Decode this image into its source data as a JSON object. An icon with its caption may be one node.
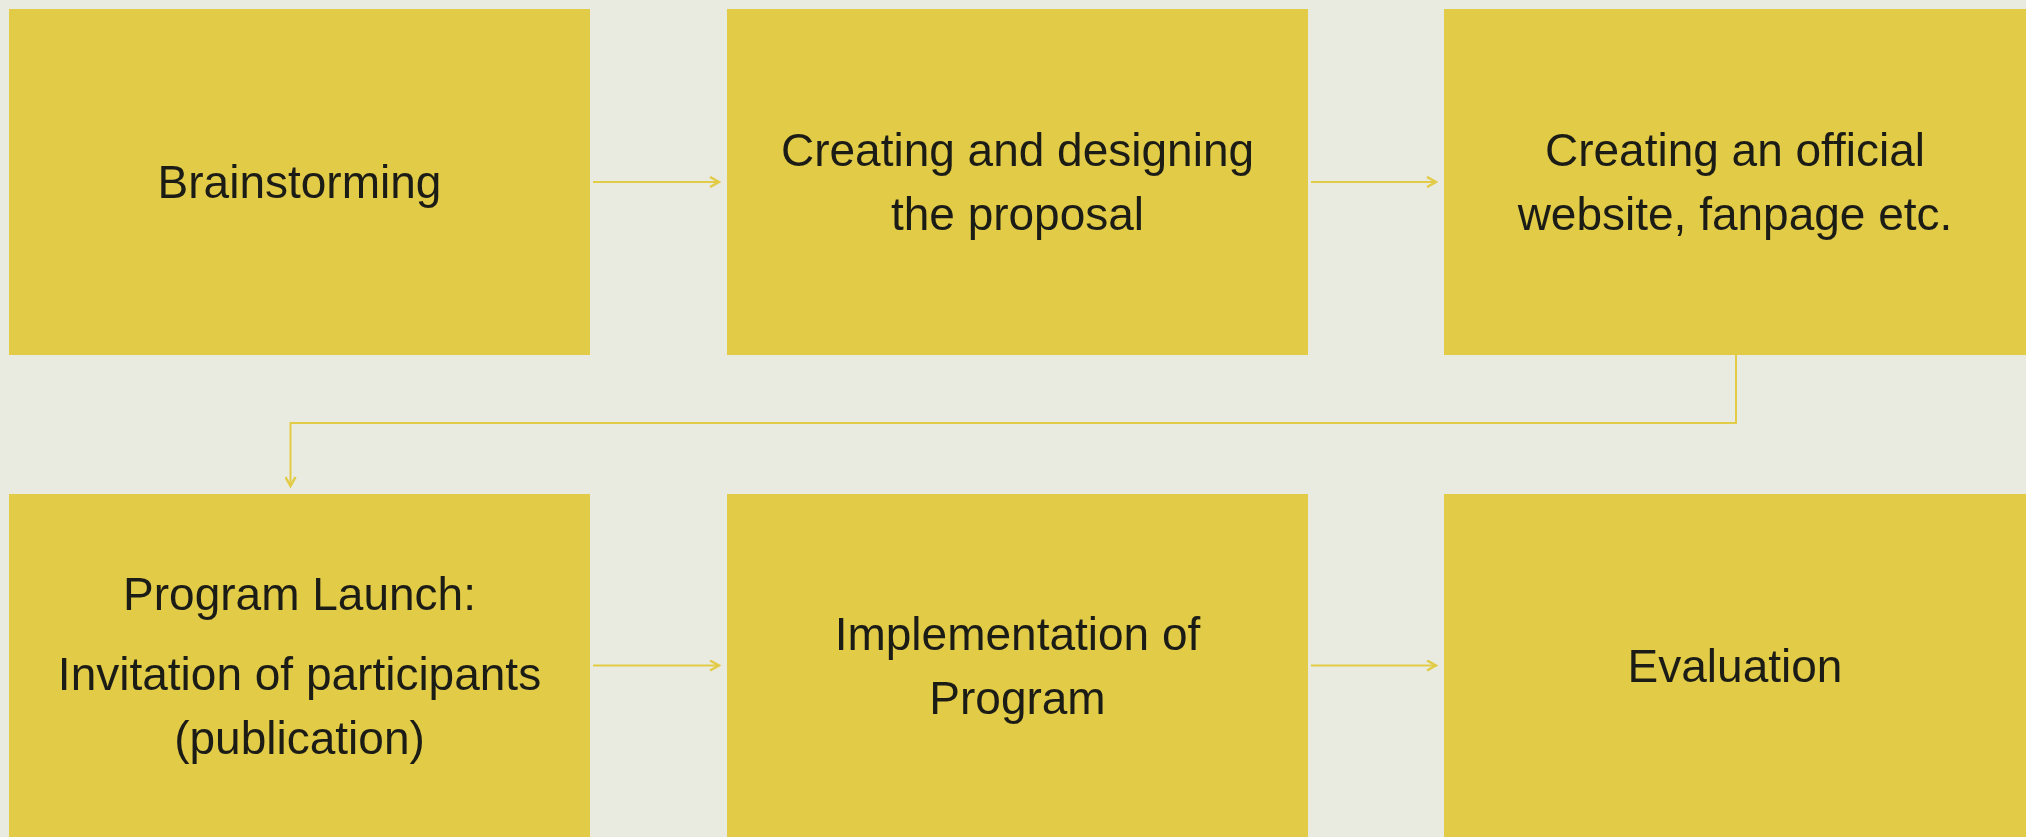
{
  "diagram": {
    "nodes": [
      {
        "text": [
          "Brainstorming"
        ]
      },
      {
        "text": [
          "Creating and designing the proposal"
        ]
      },
      {
        "text": [
          "Creating an official website, fanpage etc."
        ]
      },
      {
        "text": [
          "Program Launch:",
          "Invitation of participants (publication)"
        ]
      },
      {
        "text": [
          "Implementation of Program"
        ]
      },
      {
        "text": [
          "Evaluation"
        ]
      }
    ],
    "edges": [
      {
        "from": 0,
        "to": 1,
        "arrow": "to"
      },
      {
        "from": 1,
        "to": 2,
        "arrow": "to"
      },
      {
        "from": 2,
        "to": 3,
        "arrow": "to"
      },
      {
        "from": 3,
        "to": 4,
        "arrow": "to"
      },
      {
        "from": 4,
        "to": 5,
        "arrow": "to"
      }
    ]
  }
}
